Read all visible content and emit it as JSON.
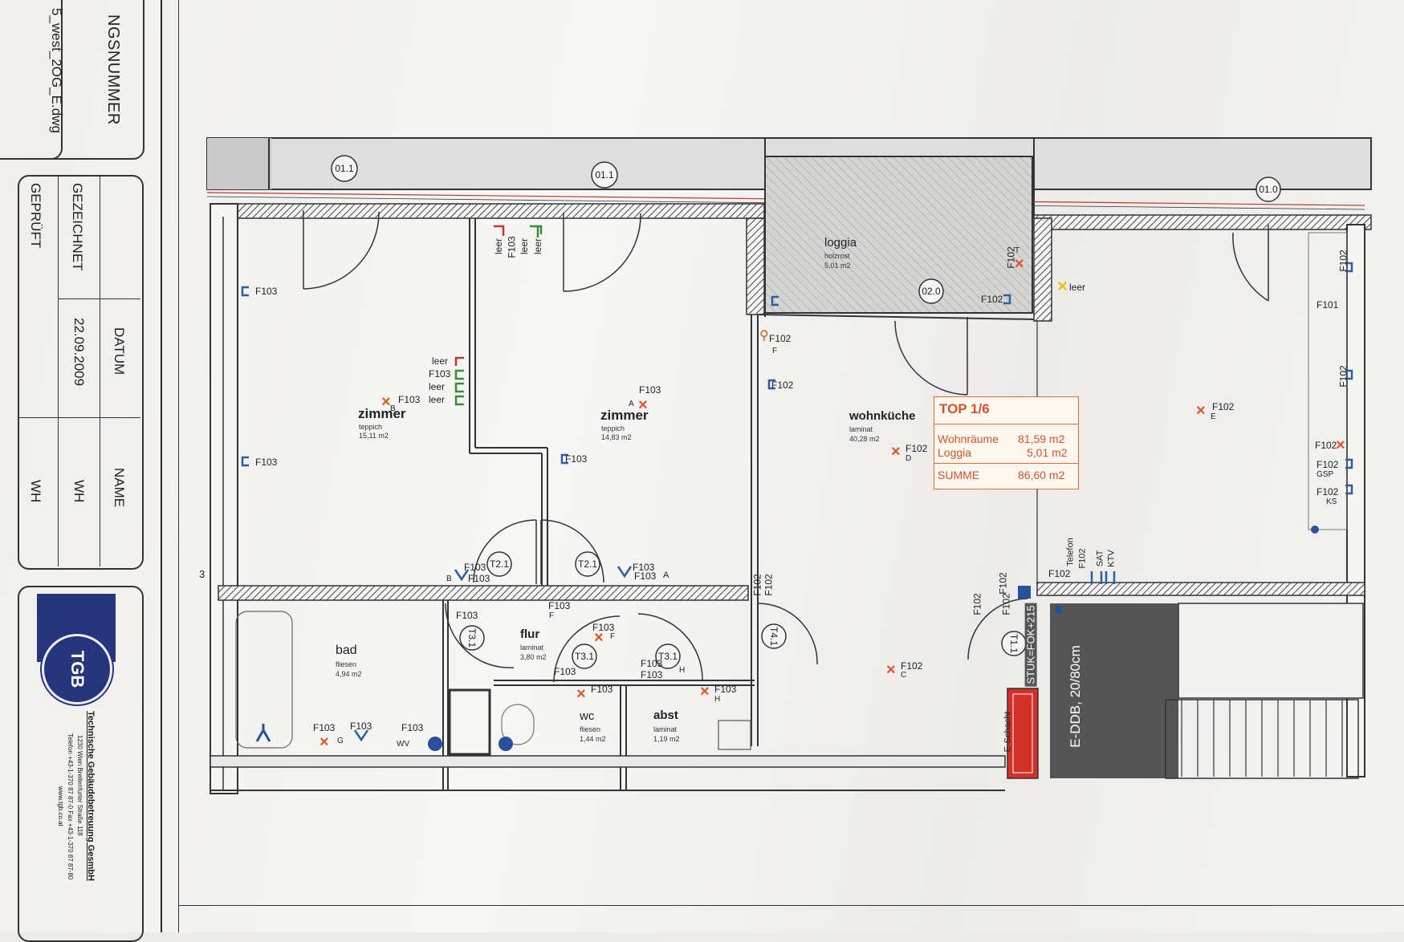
{
  "title_block": {
    "number_header": "NGSNUMMER",
    "file_name": "5_west_2OG_E.dwg",
    "col_datum": "DATUM",
    "col_name": "NAME",
    "row_gezeichnet": "GEZEICHNET",
    "row_geprueft": "GEPRÜFT",
    "gezeichnet_datum": "22.09.2009",
    "gezeichnet_name": "WH",
    "geprueft_name": "WH",
    "side_mark": "3"
  },
  "company": {
    "logo_text": "TGB",
    "name": "Technische Gebäudebetreuung GesmbH",
    "address": "1230 Wien Breitenfurter Straße 118",
    "phone": "Telefon +43-1-370 87 87-0 Fax +43-1-370 87 87-80",
    "web": "www.tgb.co.at"
  },
  "rooms": {
    "zimmer1": {
      "name": "zimmer",
      "floor": "teppich",
      "area": "15,11 m2"
    },
    "zimmer2": {
      "name": "zimmer",
      "floor": "teppich",
      "area": "14,83 m2"
    },
    "loggia": {
      "name": "loggia",
      "floor": "holzrost",
      "area": "5,01 m2"
    },
    "wohnkueche": {
      "name": "wohnküche",
      "floor": "laminat",
      "area": "40,28 m2"
    },
    "bad": {
      "name": "bad",
      "floor": "fliesen",
      "area": "4,94 m2"
    },
    "flur": {
      "name": "flur",
      "floor": "laminat",
      "area": "3,80 m2"
    },
    "wc": {
      "name": "wc",
      "floor": "fliesen",
      "area": "1,44 m2"
    },
    "abst": {
      "name": "abst",
      "floor": "laminat",
      "area": "1,19 m2"
    }
  },
  "summary": {
    "heading": "TOP 1/6",
    "wohnraeume_label": "Wohnräume",
    "wohnraeume_value": "81,59 m2",
    "loggia_label": "Loggia",
    "loggia_value": "5,01 m2",
    "summe_label": "SUMME",
    "summe_value": "86,60 m2"
  },
  "door_tags": {
    "d1": "01.1",
    "d2": "01.1",
    "d3": "01.0",
    "d4": "02.0",
    "t21a": "T2.1",
    "t21b": "T2.1",
    "t31": "T3.1",
    "t31b": "T3.1",
    "t31c": "T3.1",
    "t41": "T4.1",
    "t11": "T1.1"
  },
  "annotations": {
    "f103": "F103",
    "f102": "F102",
    "f101": "F101",
    "leer": "leer",
    "gsp": "GSP",
    "ks": "KS",
    "telefon": "Telefon",
    "sat": "SAT",
    "ktv": "KTV",
    "wv": "WV",
    "stuk": "STUK=FOK+215",
    "eddb": "E-DDB, 20/80cm",
    "eschacht": "E-Schacht",
    "letters": {
      "a": "A",
      "b": "B",
      "c": "C",
      "d": "D",
      "e": "E",
      "f": "F",
      "g": "G",
      "h": "H",
      "t": "T"
    }
  },
  "colors": {
    "accent": "#e0552a",
    "water_blue": "#2b5fa8",
    "wall_hatch": "#444444",
    "logo_blue": "#27367a",
    "eschacht_red": "#d4302a"
  }
}
